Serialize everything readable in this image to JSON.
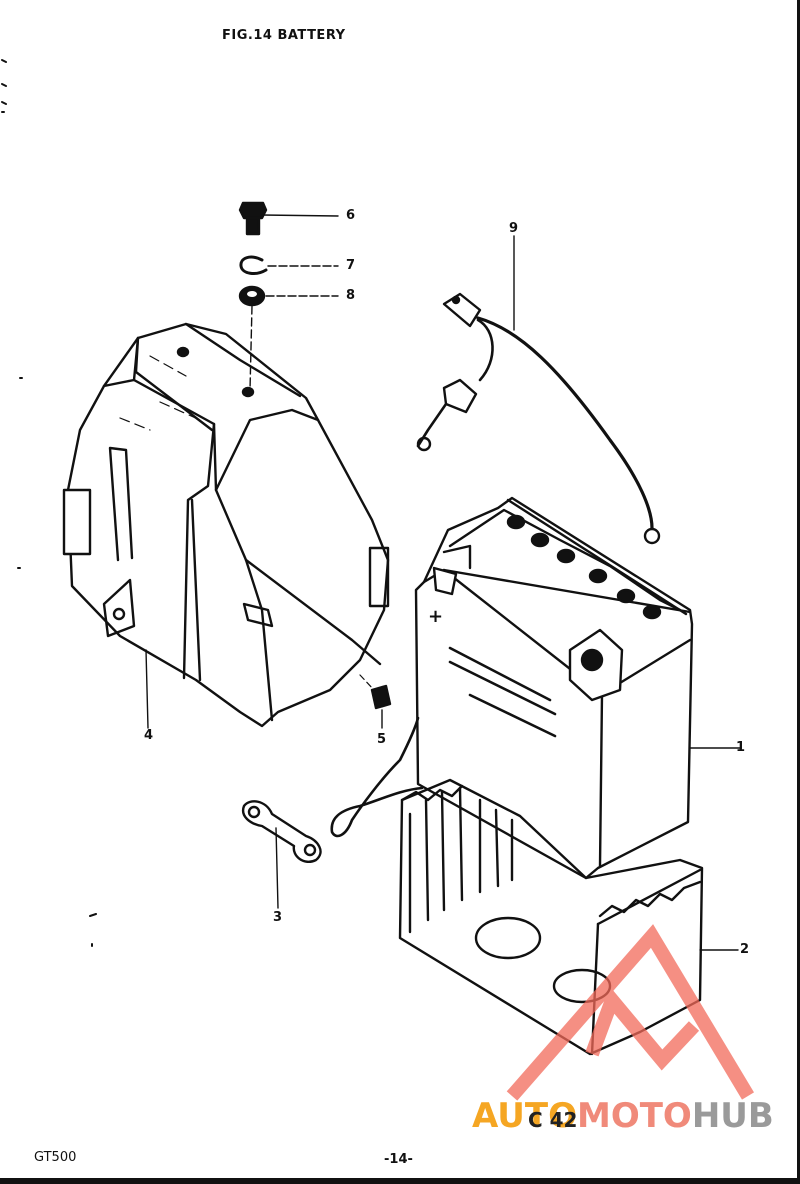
{
  "figure": {
    "title": "FIG.14  BATTERY"
  },
  "callouts": {
    "c1": "1",
    "c2": "2",
    "c3": "3",
    "c4": "4",
    "c5": "5",
    "c6": "6",
    "c7": "7",
    "c8": "8",
    "c9": "9"
  },
  "battery": {
    "plus_sign": "+"
  },
  "footer": {
    "model": "GT500",
    "page": "-14-",
    "page_mark": "C  42"
  },
  "watermark": {
    "part1": "AUTO",
    "part2": "MOTO",
    "part3": "HUB",
    "colors": {
      "auto": "#f5a623",
      "moto": "#f08a7a",
      "hub": "#9a9a9a",
      "triangle": "#f26a5a"
    }
  }
}
